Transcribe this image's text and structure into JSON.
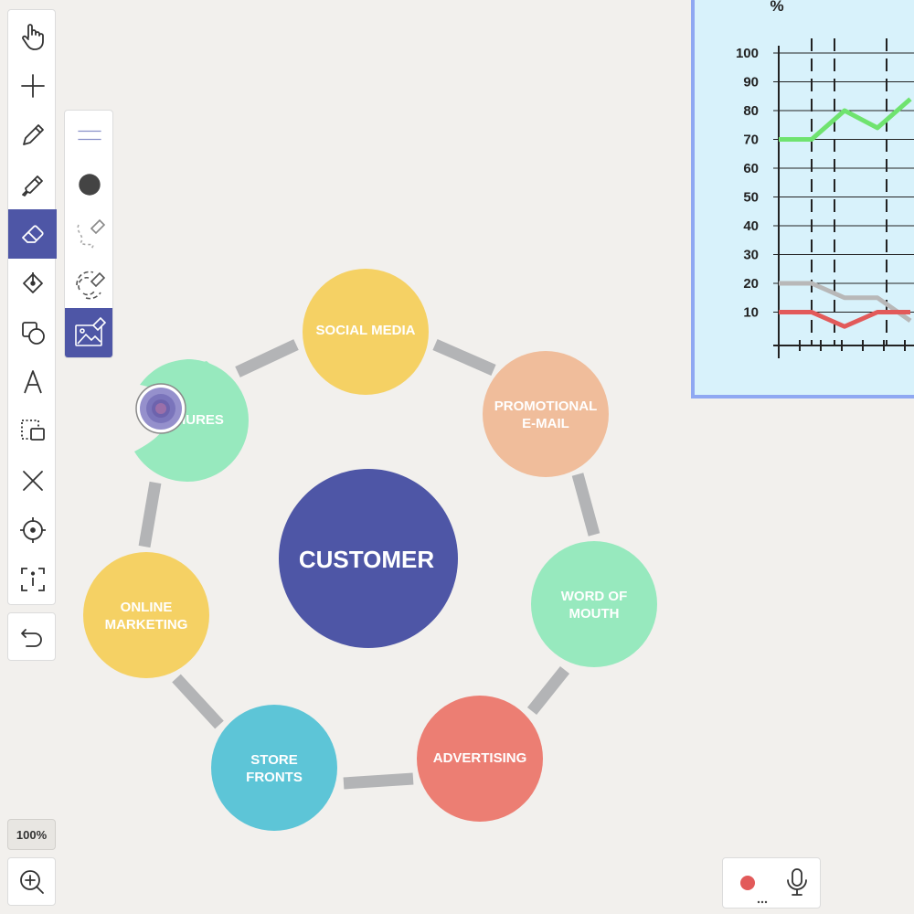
{
  "zoom": {
    "level": "100%"
  },
  "diagram": {
    "center": {
      "label": "CUSTOMER",
      "color": "#4e56a6"
    },
    "nodes": [
      {
        "id": "social-media",
        "line1": "SOCIAL MEDIA",
        "line2": "",
        "color": "#f5d164"
      },
      {
        "id": "promotional-email",
        "line1": "PROMOTIONAL",
        "line2": "E-MAIL",
        "color": "#f0bd9b"
      },
      {
        "id": "word-of-mouth",
        "line1": "WORD OF",
        "line2": "MOUTH",
        "color": "#97e9be"
      },
      {
        "id": "advertising",
        "line1": "ADVERTISING",
        "line2": "",
        "color": "#ec7e73"
      },
      {
        "id": "store-fronts",
        "line1": "STORE",
        "line2": "FRONTS",
        "color": "#5dc5d7"
      },
      {
        "id": "online-marketing",
        "line1": "ONLINE",
        "line2": "MARKETING",
        "color": "#f5d164"
      },
      {
        "id": "partial-node",
        "line1": "IURES",
        "line2": "",
        "color": "#97e9be"
      }
    ],
    "connector_color": "#b3b4b6"
  },
  "chart_data": {
    "type": "line",
    "ylabel": "%",
    "y_ticks": [
      10,
      20,
      30,
      40,
      50,
      60,
      70,
      80,
      90,
      100
    ],
    "ylim": [
      0,
      100
    ],
    "grid": true,
    "series": [
      {
        "color": "#6fe36f",
        "points": [
          [
            0,
            70
          ],
          [
            1,
            70
          ],
          [
            2,
            80
          ],
          [
            3,
            74
          ],
          [
            4,
            84
          ]
        ]
      },
      {
        "color": "#b8b8b8",
        "points": [
          [
            0,
            20
          ],
          [
            1,
            20
          ],
          [
            2,
            15
          ],
          [
            3,
            15
          ],
          [
            4,
            7
          ]
        ]
      },
      {
        "color": "#e25a5a",
        "points": [
          [
            0,
            10
          ],
          [
            1,
            10
          ],
          [
            2,
            5
          ],
          [
            3,
            10
          ],
          [
            4,
            10
          ]
        ]
      }
    ]
  },
  "icons": {
    "tools": [
      "hand-icon",
      "plus-icon",
      "pencil-icon",
      "marker-icon",
      "eraser-icon",
      "fill-bucket-icon",
      "shapes-icon",
      "text-icon",
      "selection-icon",
      "delete-icon",
      "laser-pointer-icon",
      "info-icon"
    ],
    "eraser_options": [
      "menu-lines-icon",
      "eraser-dot-icon",
      "stroke-eraser-icon",
      "area-eraser-icon",
      "image-eraser-icon"
    ],
    "undo": "undo-icon",
    "zoom": "zoom-in-icon",
    "recorder": [
      "record-icon",
      "microphone-icon",
      "more-icon"
    ]
  },
  "colors": {
    "accent": "#4e56a6",
    "record": "#e25a5a"
  }
}
